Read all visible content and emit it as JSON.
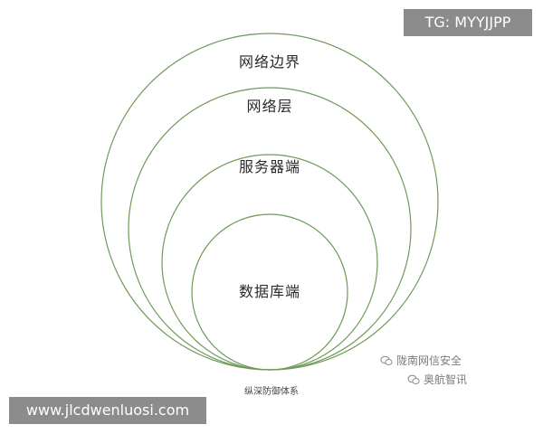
{
  "diagram": {
    "layers": [
      {
        "label": "网络边界"
      },
      {
        "label": "网络层"
      },
      {
        "label": "服务器端"
      },
      {
        "label": "数据库端"
      }
    ],
    "caption": "纵深防御体系",
    "ring_color": "#6e9a5a"
  },
  "overlays": {
    "tg": "TG: MYYJJPP",
    "url": "www.jlcdwenluosi.com"
  },
  "watermarks": [
    {
      "text": "陇南网信安全",
      "icon": "wechat-icon"
    },
    {
      "text": "奥航智讯",
      "icon": "wechat-icon"
    }
  ]
}
